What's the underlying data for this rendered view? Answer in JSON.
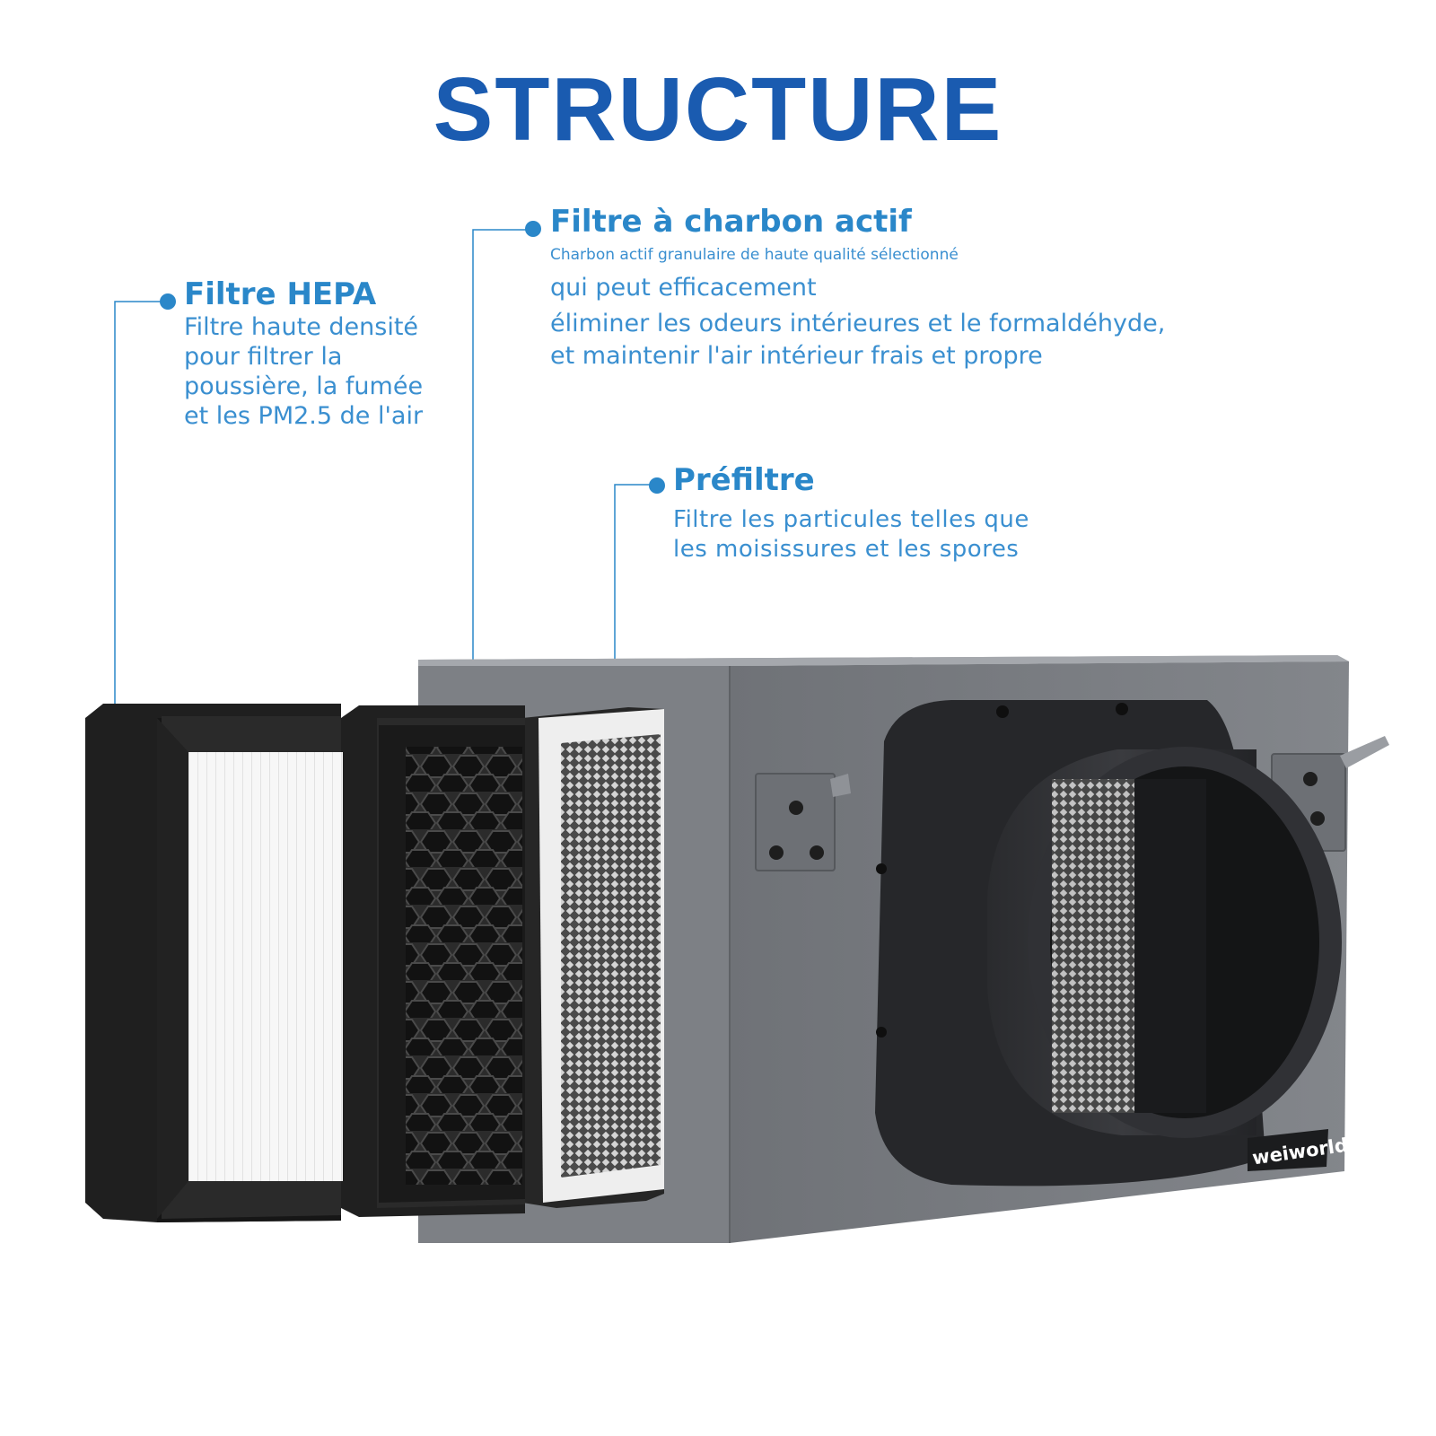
{
  "title": "STRUCTURE",
  "colors": {
    "title": "#1a5bb0",
    "callout_title": "#2a87c9",
    "callout_text": "#3a8fd0",
    "leader": "#2a87c9",
    "dot": "#2a87c9",
    "housing": "#787b80",
    "housing_top": "#9b9ea3",
    "filter_frame": "#262626",
    "hepa_media": "#f6f6f6",
    "duct": "#2c2d30"
  },
  "callouts": {
    "hepa": {
      "title": "Filtre HEPA",
      "lines": [
        "Filtre haute densité",
        "pour filtrer la",
        "poussière, la fumée",
        "et les PM2.5 de l'air"
      ]
    },
    "carbon": {
      "title": "Filtre à charbon actif",
      "subtitle": "Charbon actif granulaire de haute qualité sélectionné",
      "lines": [
        "qui peut efficacement",
        "éliminer les odeurs intérieures et le formaldéhyde,",
        "et maintenir l'air intérieur frais et propre"
      ]
    },
    "prefilter": {
      "title": "Préfiltre",
      "lines": [
        "Filtre les particules telles que",
        "les moisissures et les spores"
      ]
    }
  },
  "brand": "weiworld",
  "icons": {
    "hepa_dot": "bullet-dot-icon",
    "carbon_dot": "bullet-dot-icon",
    "prefilter_dot": "bullet-dot-icon"
  }
}
